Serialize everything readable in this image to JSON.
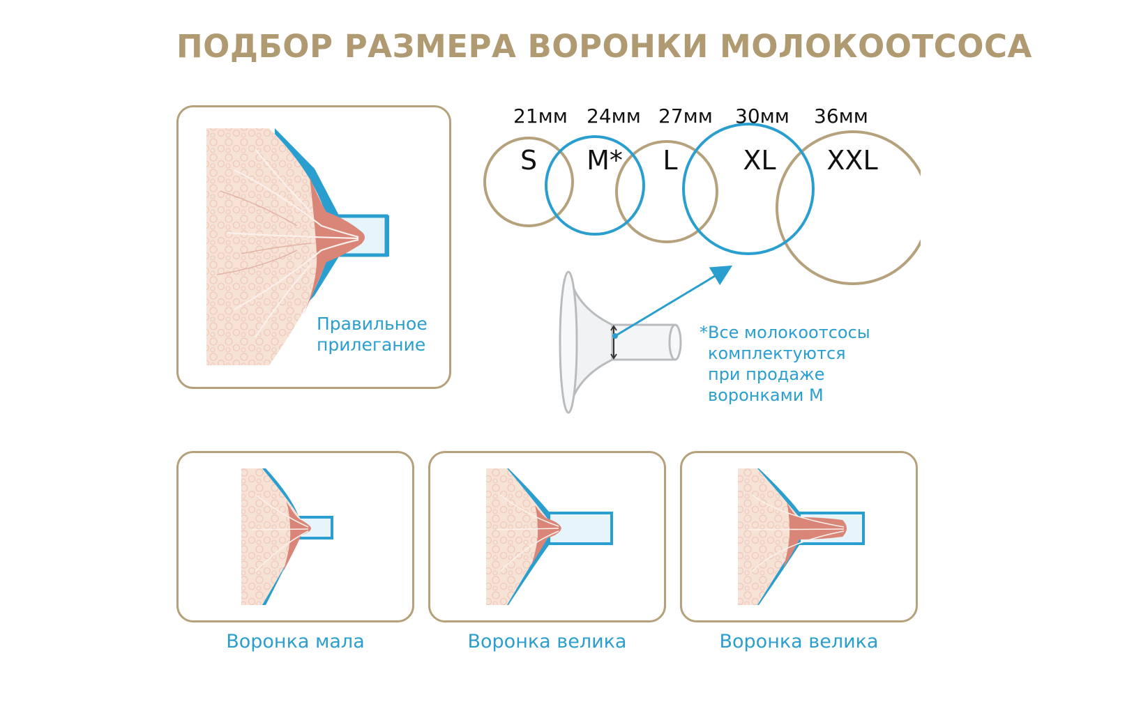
{
  "title": "ПОДБОР РАЗМЕРА ВОРОНКИ МОЛОКООТСОСА",
  "colors": {
    "title": "#b09a72",
    "frame": "#b5a17c",
    "accent_blue": "#2a9fcf",
    "tissue": "#f7e2d6",
    "areola": "#d98678"
  },
  "main_panel": {
    "caption_line1": "Правильное",
    "caption_line2": "прилегание"
  },
  "sizes": [
    {
      "mm": "21мм",
      "label": "S",
      "highlight": false
    },
    {
      "mm": "24мм",
      "label": "M*",
      "highlight": true
    },
    {
      "mm": "27мм",
      "label": "L",
      "highlight": false
    },
    {
      "mm": "30мм",
      "label": "XL",
      "highlight": true
    },
    {
      "mm": "36мм",
      "label": "XXL",
      "highlight": false
    }
  ],
  "note": {
    "line1": "*Все молокоотсосы",
    "line2": "комплектуются",
    "line3": "при продаже",
    "line4": "воронками М"
  },
  "bottom_panels": [
    {
      "caption": "Воронка мала"
    },
    {
      "caption": "Воронка велика"
    },
    {
      "caption": "Воронка велика"
    }
  ],
  "icons": [
    "breast-tissue-icon",
    "flange-tube-icon",
    "breast-flange-icon",
    "arrow-icon"
  ]
}
